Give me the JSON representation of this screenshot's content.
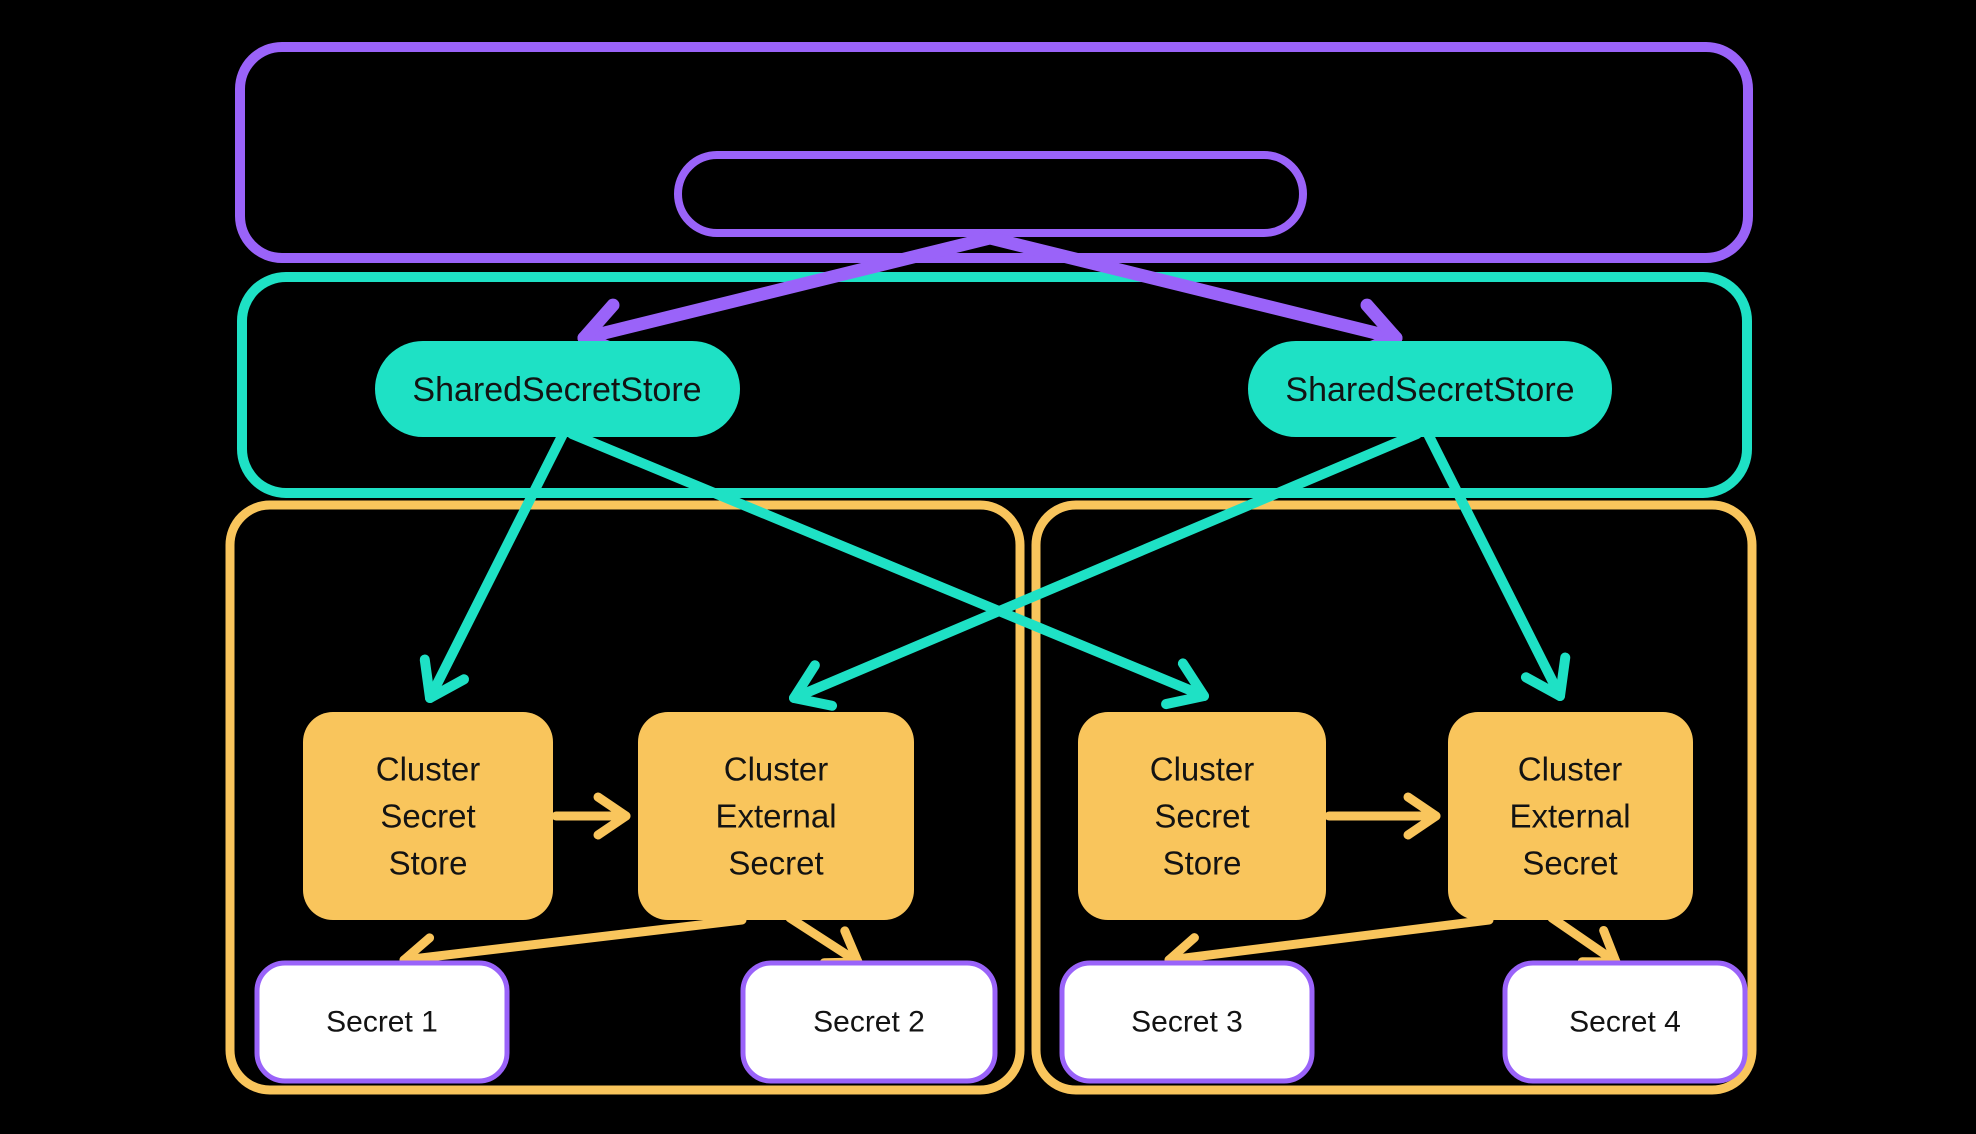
{
  "colors": {
    "background": "#000000",
    "purple": "#9A63F9",
    "teal": "#1EE1C5",
    "yellow": "#F9C55C",
    "white": "#FFFFFF",
    "text": "#131313"
  },
  "nodes": {
    "shared_store_left": {
      "label": "SharedSecretStore"
    },
    "shared_store_right": {
      "label": "SharedSecretStore"
    },
    "cluster1_secret_store": {
      "line1": "Cluster",
      "line2": "Secret",
      "line3": "Store"
    },
    "cluster1_external_secret": {
      "line1": "Cluster",
      "line2": "External",
      "line3": "Secret"
    },
    "cluster2_secret_store": {
      "line1": "Cluster",
      "line2": "Secret",
      "line3": "Store"
    },
    "cluster2_external_secret": {
      "line1": "Cluster",
      "line2": "External",
      "line3": "Secret"
    },
    "secret1": {
      "label": "Secret 1"
    },
    "secret2": {
      "label": "Secret 2"
    },
    "secret3": {
      "label": "Secret 3"
    },
    "secret4": {
      "label": "Secret 4"
    }
  },
  "containers": {
    "top_box": {
      "label": "",
      "border": "purple"
    },
    "top_pill": {
      "label": "",
      "border": "purple"
    },
    "middle_box": {
      "label": "",
      "border": "teal"
    },
    "cluster1_box": {
      "label": "",
      "border": "yellow"
    },
    "cluster2_box": {
      "label": "",
      "border": "yellow"
    }
  },
  "edges": [
    {
      "from": "top_pill",
      "to": "shared_store_left",
      "color": "purple"
    },
    {
      "from": "top_pill",
      "to": "shared_store_right",
      "color": "purple"
    },
    {
      "from": "shared_store_left",
      "to": "cluster1_secret_store",
      "color": "teal"
    },
    {
      "from": "shared_store_left",
      "to": "cluster2_secret_store",
      "color": "teal"
    },
    {
      "from": "shared_store_right",
      "to": "cluster1_external_secret",
      "color": "teal"
    },
    {
      "from": "shared_store_right",
      "to": "cluster2_external_secret",
      "color": "teal"
    },
    {
      "from": "cluster1_secret_store",
      "to": "cluster1_external_secret",
      "color": "yellow"
    },
    {
      "from": "cluster2_secret_store",
      "to": "cluster2_external_secret",
      "color": "yellow"
    },
    {
      "from": "cluster1_external_secret",
      "to": "secret1",
      "color": "yellow"
    },
    {
      "from": "cluster1_external_secret",
      "to": "secret2",
      "color": "yellow"
    },
    {
      "from": "cluster2_external_secret",
      "to": "secret3",
      "color": "yellow"
    },
    {
      "from": "cluster2_external_secret",
      "to": "secret4",
      "color": "yellow"
    }
  ]
}
